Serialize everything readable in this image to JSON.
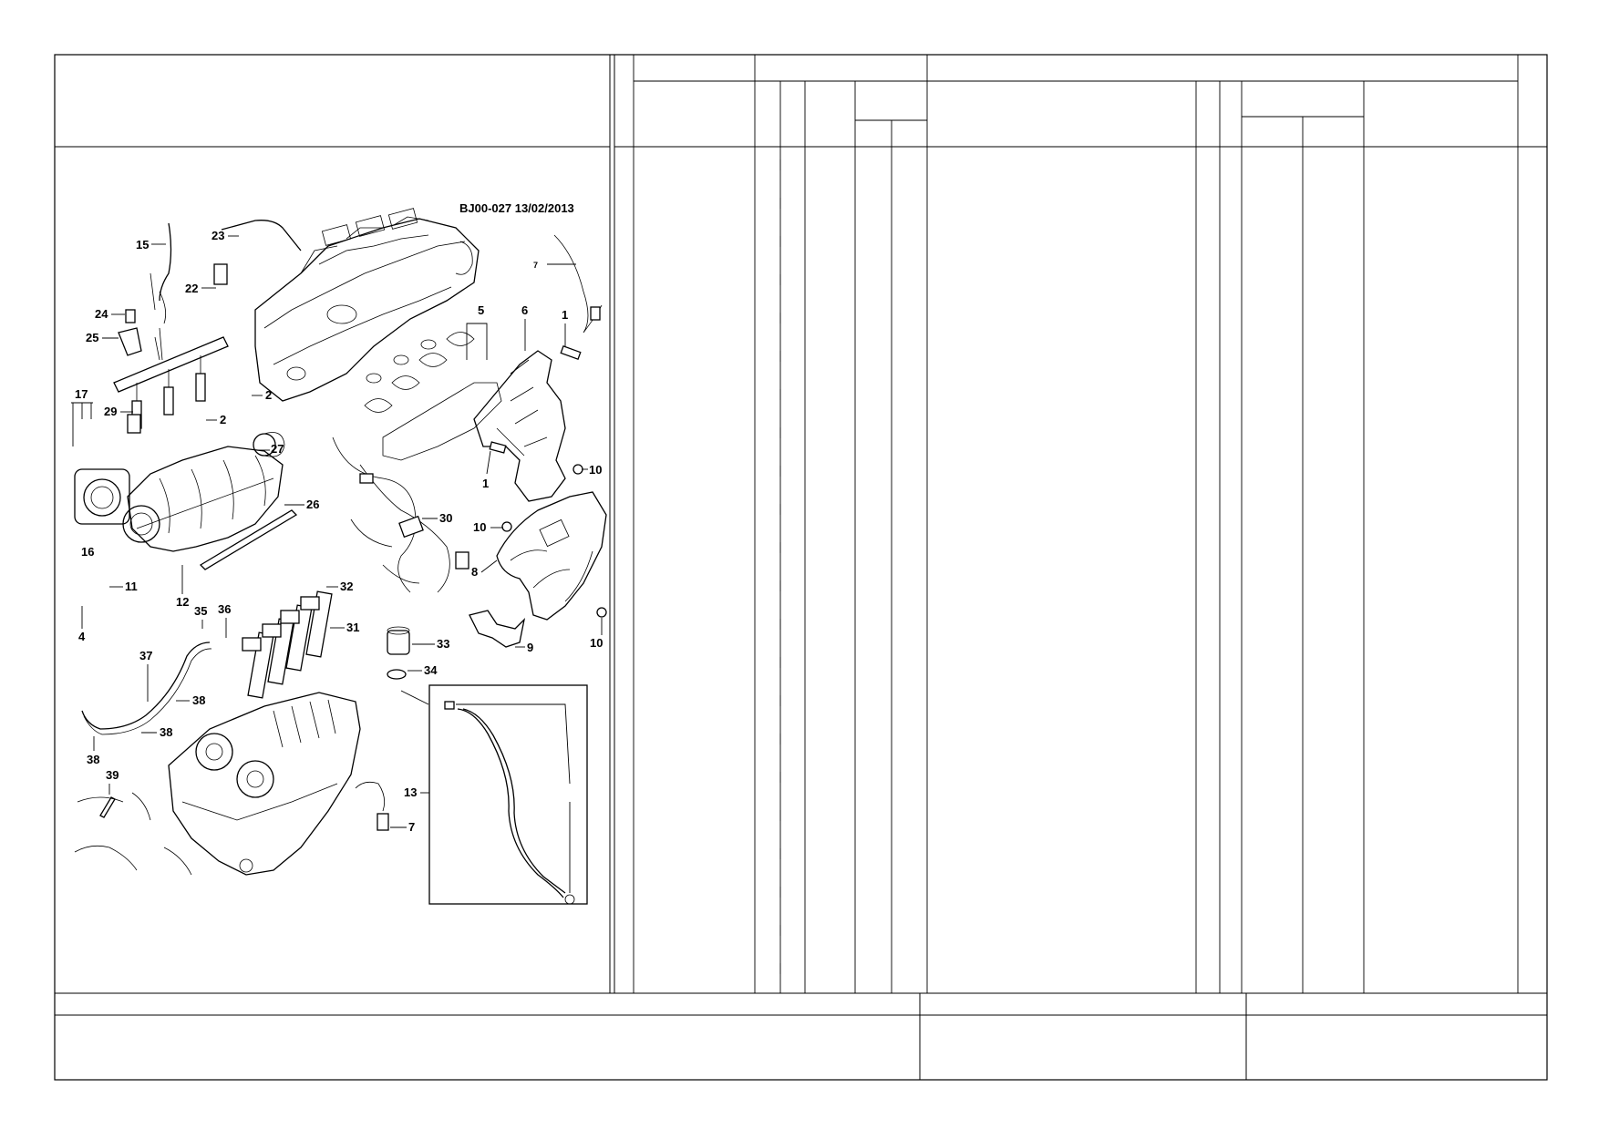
{
  "illustration": {
    "reference": "BJ00-027  13/02/2013",
    "callouts": [
      "1",
      "1",
      "2",
      "2",
      "4",
      "5",
      "6",
      "7",
      "7",
      "8",
      "9",
      "10",
      "10",
      "10",
      "11",
      "12",
      "13",
      "15",
      "16",
      "17",
      "22",
      "23",
      "24",
      "25",
      "26",
      "27",
      "29",
      "30",
      "31",
      "32",
      "33",
      "34",
      "35",
      "36",
      "37",
      "38",
      "38",
      "38",
      "39"
    ]
  }
}
